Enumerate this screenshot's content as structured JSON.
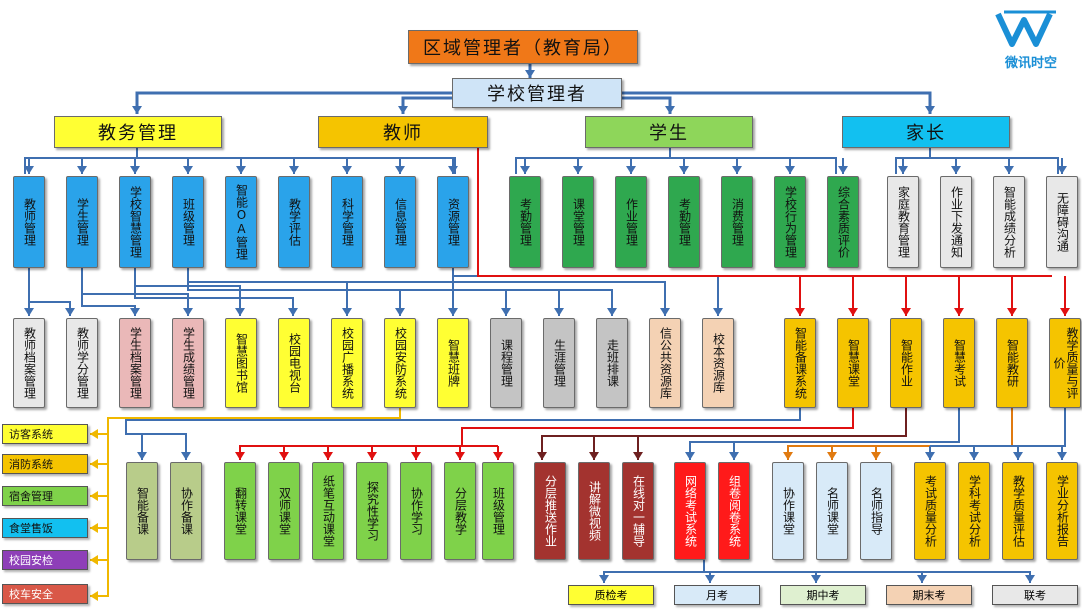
{
  "logo": {
    "text": "微讯时空",
    "color": "#1a8fd6"
  },
  "nodes": {
    "region": "区域管理者（教育局）",
    "school": "学校管理者",
    "cat_admin": "教务管理",
    "cat_teacher": "教师",
    "cat_student": "学生",
    "cat_parent": "家长",
    "r1": [
      "教师管理",
      "学生管理",
      "学校智慧管理",
      "班级管理",
      "智能OA管理",
      "教学评估",
      "科学管理",
      "信息管理",
      "资源管理"
    ],
    "r1_student": [
      "考勤管理",
      "课堂管理",
      "作业管理",
      "考勤管理",
      "消费管理",
      "学校行为管理",
      "综合素质评价"
    ],
    "r1_parent": [
      "家庭教育管理",
      "作业下发通知",
      "智能成绩分析",
      "无障碍沟通"
    ],
    "r2": [
      "教师档案管理",
      "教师学分管理",
      "学生档案管理",
      "学生成绩管理",
      "智慧图书馆",
      "校园电视台",
      "校园广播系统",
      "校园安防系统",
      "智慧班牌",
      "课程管理",
      "生涯管理",
      "走班排课",
      "信公共资源库",
      "校本资源库"
    ],
    "r2_teacher": [
      "智能备课系统",
      "智慧课堂",
      "智能作业",
      "智慧考试",
      "智能教研",
      "教学质量与评价"
    ],
    "r3": [
      "智能备课",
      "协作备课",
      "翻转课堂",
      "双师课堂",
      "纸笔互动课堂",
      "探究性学习",
      "协作学习",
      "分层教学",
      "班级管理",
      "分层推送作业",
      "讲解微视频",
      "在线对一辅导",
      "网络考试系统",
      "组卷阅卷系统",
      "协作课堂",
      "名师课堂",
      "名师指导",
      "考试质量分析",
      "学科考试分析",
      "教学质量评估",
      "学业分析报告"
    ],
    "side": [
      "访客系统",
      "消防系统",
      "宿舍管理",
      "食堂售饭",
      "校园安检",
      "校车安全"
    ],
    "exams": [
      "质检考",
      "月考",
      "期中考",
      "期末考",
      "联考"
    ]
  },
  "colors": {
    "orange": "#f07818",
    "cream": "#cfe4f7",
    "yellow": "#ffff33",
    "gold": "#f5c400",
    "green": "#8ed65a",
    "cyan": "#12c0f0",
    "blue": "#2aa3ea",
    "darkgreen": "#2fa84f",
    "lightgrey": "#e8e8e8",
    "grey": "#c4c4c4",
    "pink": "#eab8b8",
    "peach": "#f4d2b4",
    "olive": "#b8cc8a",
    "brightgreen": "#7fd24a",
    "darkred": "#a3332f",
    "red": "#ff1a1a",
    "paleblue": "#d8eaf8",
    "purple": "#8e3fb8",
    "salmon": "#d95848",
    "wire_blue": "#3f6fb0",
    "wire_red": "#e01010",
    "wire_yellow": "#f0b800",
    "wire_dark": "#6e2020",
    "wire_orange": "#e07a10"
  }
}
